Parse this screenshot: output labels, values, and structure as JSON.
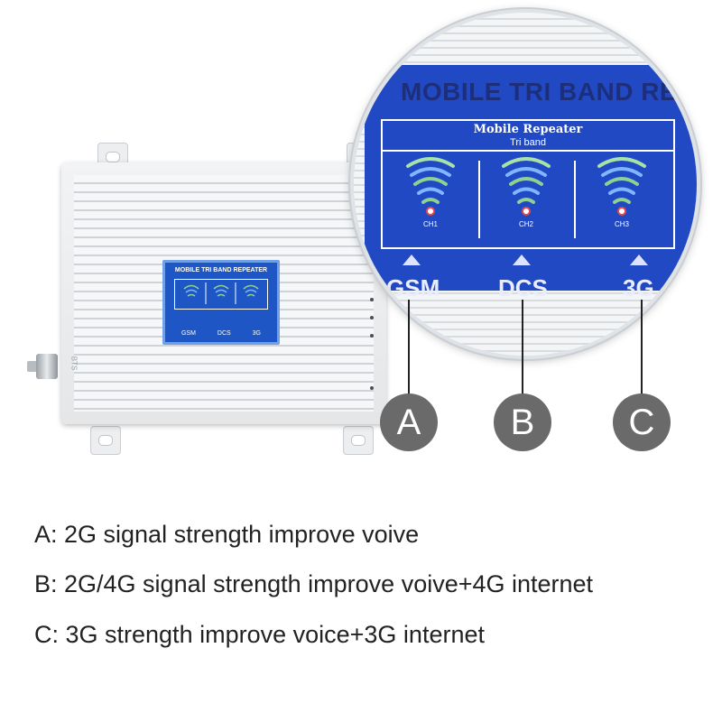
{
  "device": {
    "label_title": "MOBILE TRI BAND REPEATER",
    "label_subtitle": "Mobile Repeater",
    "bands": [
      "GSM",
      "DCS",
      "3G"
    ],
    "bts_text": "BTS"
  },
  "zoom": {
    "banner": "MOBILE TRI BAND REPEAT",
    "panel_title": "Mobile Repeater",
    "panel_subtitle": "Tri band",
    "channels": [
      "CH1",
      "CH2",
      "CH3"
    ],
    "bands": [
      "GSM",
      "DCS",
      "3G"
    ]
  },
  "callouts": [
    "A",
    "B",
    "C"
  ],
  "descriptions": [
    "A: 2G signal strength improve voive",
    "B: 2G/4G signal strength improve voive+4G internet",
    "C: 3G strength improve voice+3G internet"
  ],
  "colors": {
    "panel_blue": "#2149c3",
    "badge_gray": "#6a6a6a",
    "device_white": "#f2f3f4"
  }
}
